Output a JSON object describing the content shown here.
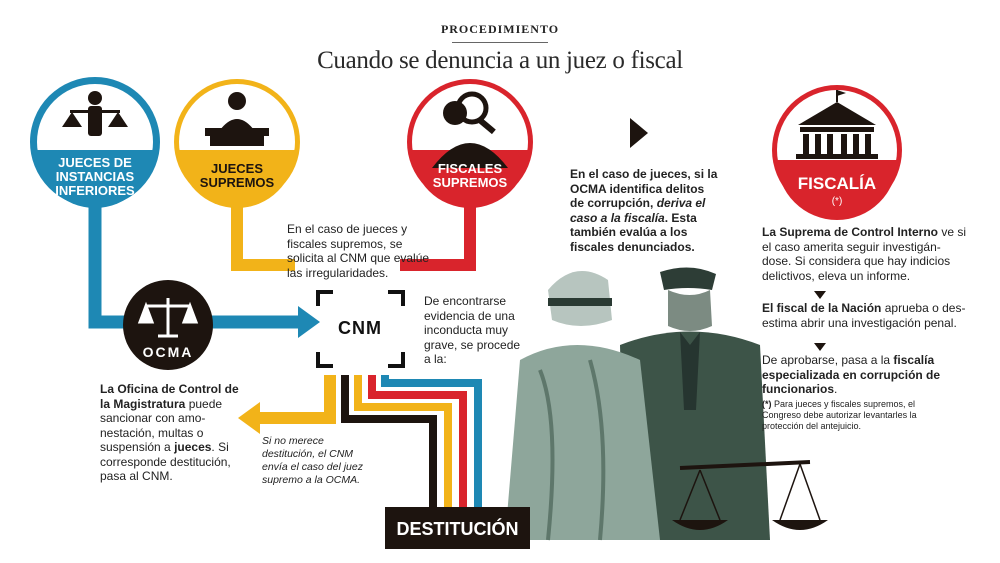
{
  "header": {
    "kicker": "PROCEDIMIENTO",
    "title": "Cuando se denuncia a un juez o fiscal"
  },
  "nodes": {
    "jueces_inferiores": {
      "line1": "JUECES DE",
      "line2": "INSTANCIAS",
      "line3": "INFERIORES"
    },
    "jueces_supremos": {
      "line1": "JUECES",
      "line2": "SUPREMOS"
    },
    "fiscales_supremos": {
      "line1": "FISCALES",
      "line2": "SUPREMOS"
    },
    "ocma": "OCMA",
    "cnm": "CNM",
    "destitucion": "DESTITUCIÓN",
    "fiscalia": {
      "label": "FISCALÍA",
      "mark": "(*)"
    }
  },
  "texts": {
    "supremos_note": {
      "l1": "En el caso de jueces y",
      "l2": "fiscales supremos, se",
      "l3": "solicita al CNM que evalúe",
      "l4": "las irregularidades."
    },
    "cnm_note": {
      "l1": "De encontrarse",
      "l2": "evidencia de una",
      "l3": "inconducta muy",
      "l4": "grave, se procede",
      "l5": "a la:"
    },
    "ocma_note": {
      "b1": "La Oficina de Control de",
      "b2": "la Magistratura",
      "t2": " puede",
      "l3": "sancionar con amo-",
      "l4": "nestación, multas o",
      "l5a": "suspensión  a ",
      "l5b": "jueces",
      "l5c": ". Si",
      "l6": "corresponde destitución,",
      "l7": "pasa al CNM."
    },
    "cnm_return_note": {
      "l1": "Si no merece",
      "l2": "destitución, el CNM",
      "l3": "envía el caso del juez",
      "l4": "supremo a la OCMA."
    },
    "corrupcion_note": {
      "l1": "En el caso de jueces, si la",
      "l2": "OCMA identifica delitos",
      "l3a": "de corrupción, ",
      "l3b": "deriva el",
      "l4": "caso a la fiscalía",
      "l4b": ". Esta",
      "l5": "también evalúa a los",
      "l6": "fiscales denunciados."
    },
    "fiscalia_step1": {
      "b1": "La Suprema de Control Interno",
      "t1": " ve si",
      "l2": "el caso amerita seguir investigán-",
      "l3": "dose. Si considera que hay indicios",
      "l4": "delictivos, eleva un informe."
    },
    "fiscalia_step2": {
      "b1": "El fiscal de la Nación",
      "t1": " aprueba o des-",
      "l2": "estima abrir una investigación penal."
    },
    "fiscalia_step3": {
      "l1a": "De aprobarse, pasa a la ",
      "l1b": "fiscalía",
      "l2": "especializada en corrupción de",
      "l3": "funcionarios",
      "l3b": "."
    },
    "footnote": {
      "mark": "(*)",
      "l1": " Para jueces y fiscales supremos, el",
      "l2": "Congreso debe autorizar levantarles la",
      "l3": "protección del antejuicio."
    }
  },
  "colors": {
    "blue": "#1e88b4",
    "yellow": "#f2b319",
    "red": "#d9242c",
    "dark": "#1d140f",
    "figure": "#3f5d52"
  },
  "icons": [
    "justice-scale-icon",
    "judge-icon",
    "magnifier-icon",
    "courthouse-icon",
    "play-arrow-icon",
    "down-arrow-icon"
  ]
}
